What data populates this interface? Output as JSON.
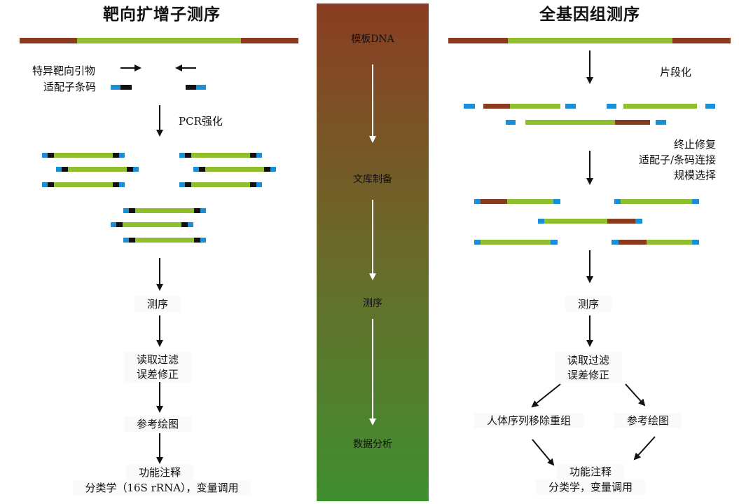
{
  "left": {
    "title": "靶向扩增子测序",
    "primer_label": "特异靶向引物",
    "adapter_label": "适配子条码",
    "pcr": "PCR强化",
    "sequencing": "测序",
    "read_filter": "读取过滤",
    "error_fix": "误差修正",
    "ref_map": "参考绘图",
    "annotation": "功能注释",
    "annotation_detail": "分类学（16S rRNA），变量调用"
  },
  "middle": {
    "template": "模板DNA",
    "library": "文库制备",
    "sequencing": "测序",
    "analysis": "数据分析"
  },
  "right": {
    "title": "全基因组测序",
    "fragmentation": "片段化",
    "end_repair": "终止修复",
    "adapter_ligation": "适配子/条码连接",
    "size_selection": "规模选择",
    "sequencing": "测序",
    "read_filter": "读取过滤",
    "error_fix": "误差修正",
    "host_removal": "人体序列移除重组",
    "ref_map": "参考绘图",
    "annotation": "功能注释",
    "annotation_detail": "分类学，变量调用"
  },
  "colors": {
    "green": "#8fbf2f",
    "brown": "#8a3a1f",
    "blue": "#1a8fd6",
    "black": "#111111",
    "column_top": "#8a3d22",
    "column_bottom": "#3f8f30"
  }
}
